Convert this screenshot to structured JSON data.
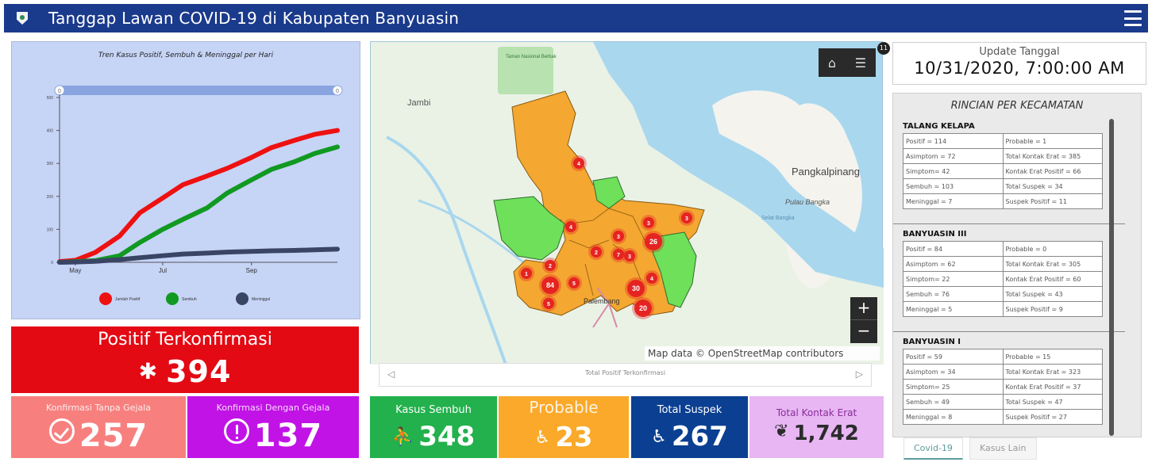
{
  "header": {
    "title": "Tanggap Lawan COVID-19 di Kabupaten Banyuasin"
  },
  "chart_data": {
    "type": "line",
    "title": "Tren Kasus Positif, Sembuh & Meninggal per Hari",
    "xlabel": "",
    "ylabel": "",
    "x": [
      "2020-04-20",
      "2020-05-01",
      "2020-05-15",
      "2020-06-01",
      "2020-06-15",
      "2020-07-01",
      "2020-07-15",
      "2020-08-01",
      "2020-08-15",
      "2020-09-01",
      "2020-09-15",
      "2020-10-01",
      "2020-10-15",
      "2020-10-31"
    ],
    "x_tick_labels": [
      "May",
      "Jul",
      "Sep"
    ],
    "y_tick_labels": [
      "0",
      "100",
      "200",
      "300",
      "400",
      "500"
    ],
    "ylim": [
      0,
      500
    ],
    "series": [
      {
        "name": "Jumlah Positif",
        "color": "#ee1111",
        "values": [
          2,
          6,
          30,
          80,
          150,
          195,
          235,
          262,
          285,
          318,
          348,
          370,
          388,
          400
        ]
      },
      {
        "name": "Sembuh",
        "color": "#119922",
        "values": [
          0,
          2,
          5,
          20,
          60,
          100,
          130,
          165,
          210,
          250,
          282,
          305,
          330,
          350
        ]
      },
      {
        "name": "Meninggal",
        "color": "#3a4566",
        "values": [
          0,
          1,
          3,
          8,
          14,
          20,
          25,
          28,
          31,
          33,
          35,
          36,
          38,
          40
        ]
      }
    ],
    "slider": {
      "start_label": "0",
      "end_label": "0"
    },
    "legend_position": "bottom"
  },
  "positif": {
    "label": "Positif Terkonfirmasi",
    "value": "394"
  },
  "tanpa_gejala": {
    "label": "Konfirmasi Tanpa Gejala",
    "value": "257"
  },
  "dengan_gejala": {
    "label": "Konfirmasi Dengan Gejala",
    "value": "137"
  },
  "map": {
    "labels": {
      "jambi": "Jambi",
      "pangkal": "Pangkalpinang",
      "pulau": "Pulau Bangka",
      "taman": "Taman Nasional Berbak",
      "selat": "Selat Bangka",
      "kota": "Palembang"
    },
    "badge": "11",
    "home_icon": "home-icon",
    "list_icon": "list-icon",
    "zoom_in": "+",
    "zoom_out": "−",
    "attribution": "Map data © OpenStreetMap contributors",
    "clusters": [
      "4",
      "3",
      "4",
      "3",
      "3",
      "2",
      "7",
      "26",
      "3",
      "84",
      "5",
      "4",
      "2",
      "30",
      "20",
      "5",
      "1"
    ],
    "colors": {
      "orange": "#f4a731",
      "green": "#6ee05a",
      "red": "#e52421"
    }
  },
  "pager": {
    "text": "Total Positif Terkonfirmasi",
    "prev": "◁",
    "next": "▷"
  },
  "stats": {
    "sembuh": {
      "label": "Kasus Sembuh",
      "value": "348"
    },
    "probable": {
      "label": "Probable",
      "value": "23"
    },
    "suspek": {
      "label": "Total Suspek",
      "value": "267"
    },
    "kontak": {
      "label": "Total Kontak Erat",
      "value": "1,742"
    }
  },
  "update": {
    "label": "Update Tanggal",
    "value": "10/31/2020, 7:00:00 AM"
  },
  "rincian": {
    "title": "RINCIAN PER KECAMATAN",
    "kecamatan": [
      {
        "name": "TALANG KELAPA",
        "rows": [
          [
            "Positif = 114",
            "Probable = 1"
          ],
          [
            "Asimptom = 72",
            "Total Kontak Erat = 385"
          ],
          [
            "Simptom= 42",
            "Kontak Erat Positif = 66"
          ],
          [
            "Sembuh = 103",
            "Total Suspek = 34"
          ],
          [
            "Meninggal = 7",
            "Suspek Positif = 11"
          ]
        ]
      },
      {
        "name": "BANYUASIN III",
        "rows": [
          [
            "Positif = 84",
            "Probable = 0"
          ],
          [
            "Asimptom = 62",
            "Total Kontak Erat = 305"
          ],
          [
            "Simptom= 22",
            "Kontak Erat Positif = 60"
          ],
          [
            "Sembuh = 76",
            "Total Suspek = 43"
          ],
          [
            "Meninggal = 5",
            "Suspek Positif = 9"
          ]
        ]
      },
      {
        "name": "BANYUASIN I",
        "rows": [
          [
            "Positif = 59",
            "Probable = 15"
          ],
          [
            "Asimptom = 34",
            "Total Kontak Erat = 323"
          ],
          [
            "Simptom= 25",
            "Kontak Erat Positif = 37"
          ],
          [
            "Sembuh = 49",
            "Total Suspek = 47"
          ],
          [
            "Meninggal = 8",
            "Suspek Positif = 27"
          ]
        ]
      }
    ]
  },
  "tabs": [
    "Covid-19",
    "Kasus Lain"
  ]
}
